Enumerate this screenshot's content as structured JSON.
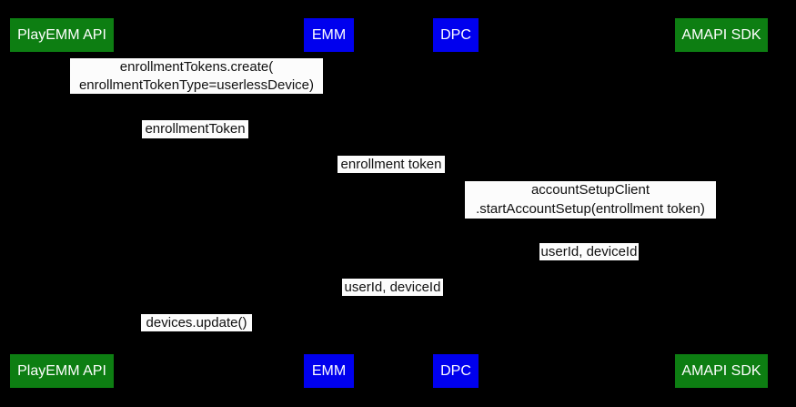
{
  "colors": {
    "background": "#000000",
    "actor_green": "#0d7e12",
    "actor_blue": "#0000ee",
    "actor_text": "#ffffff",
    "label_bg": "#fcfcfc",
    "label_text": "#111111"
  },
  "actors": {
    "playemm_api": "PlayEMM API",
    "emm": "EMM",
    "dpc": "DPC",
    "amapi_sdk": "AMAPI SDK"
  },
  "messages": [
    {
      "lines": [
        "enrollmentTokens.create(",
        "enrollmentTokenType=userlessDevice)"
      ]
    },
    {
      "lines": [
        "enrollmentToken"
      ]
    },
    {
      "lines": [
        "enrollment token"
      ]
    },
    {
      "lines": [
        "accountSetupClient",
        ".startAccountSetup(entrollment token)"
      ]
    },
    {
      "lines": [
        "userId, deviceId"
      ]
    },
    {
      "lines": [
        "userId, deviceId"
      ]
    },
    {
      "lines": [
        "devices.update()"
      ]
    }
  ]
}
